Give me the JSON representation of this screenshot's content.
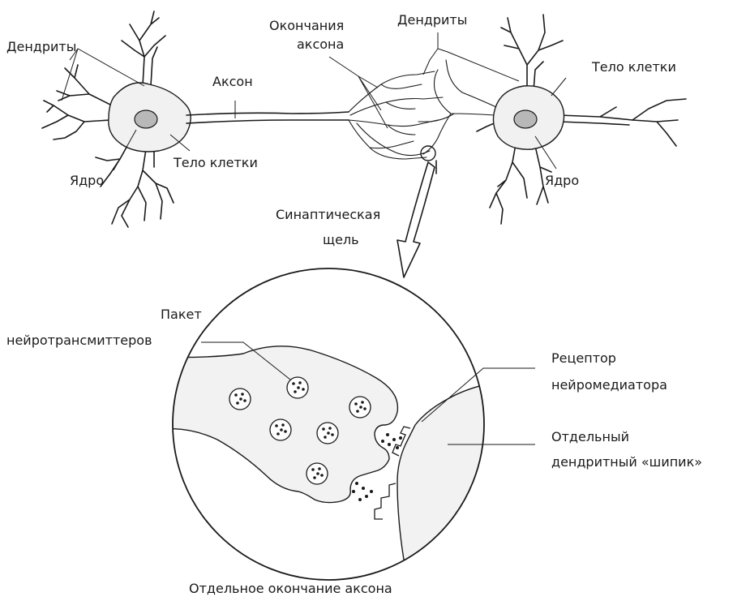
{
  "labels": {
    "dendrites_left": "Дендриты",
    "axon": "Аксон",
    "axon_terminals_line1": "Окончания",
    "axon_terminals_line2": "аксона",
    "dendrites_right": "Дендриты",
    "cell_body_right": "Тело клетки",
    "nucleus_left": "Ядро",
    "cell_body_left": "Тело клетки",
    "nucleus_right": "Ядро",
    "synaptic_cleft_line1": "Синаптическая",
    "synaptic_cleft_line2": "щель",
    "vesicle_line1": "Пакет",
    "vesicle_line2": "нейротрансмиттеров",
    "receptor_line1": "Рецептор",
    "receptor_line2": "нейромедиатора",
    "spine_line1": "Отдельный",
    "spine_line2": "дендритный «шипик»",
    "single_terminal": "Отдельное окончание аксона"
  }
}
